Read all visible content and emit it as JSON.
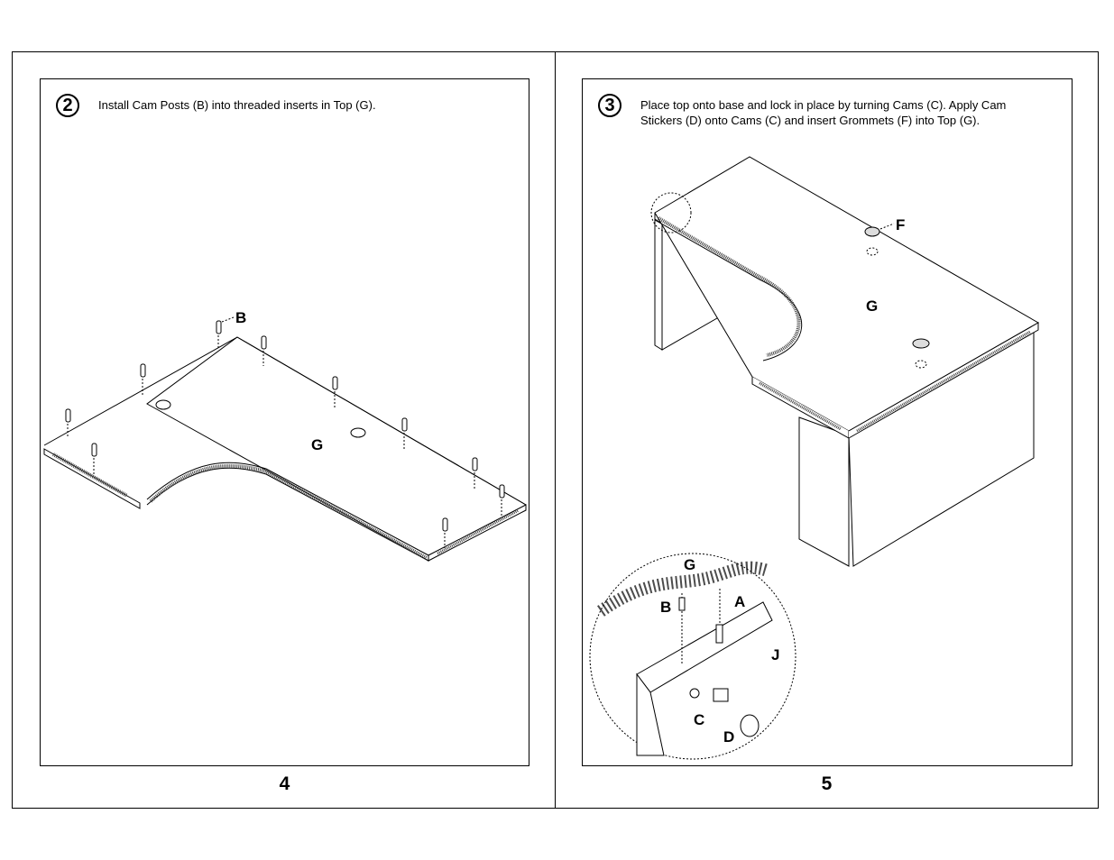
{
  "pages": [
    {
      "page_number": "4",
      "step": {
        "number": "2",
        "instruction": "Install Cam Posts (B) into threaded inserts in Top (G)."
      },
      "labels": {
        "cam_post": "B",
        "top": "G"
      }
    },
    {
      "page_number": "5",
      "step": {
        "number": "3",
        "instruction": "Place top onto base and lock in place by turning Cams (C).  Apply Cam Stickers (D) onto Cams (C) and insert Grommets (F) into Top (G)."
      },
      "labels": {
        "grommet": "F",
        "top": "G",
        "detail_top": "G",
        "cam_post": "B",
        "dowel": "A",
        "panel": "J",
        "cam": "C",
        "cam_sticker": "D"
      }
    }
  ]
}
